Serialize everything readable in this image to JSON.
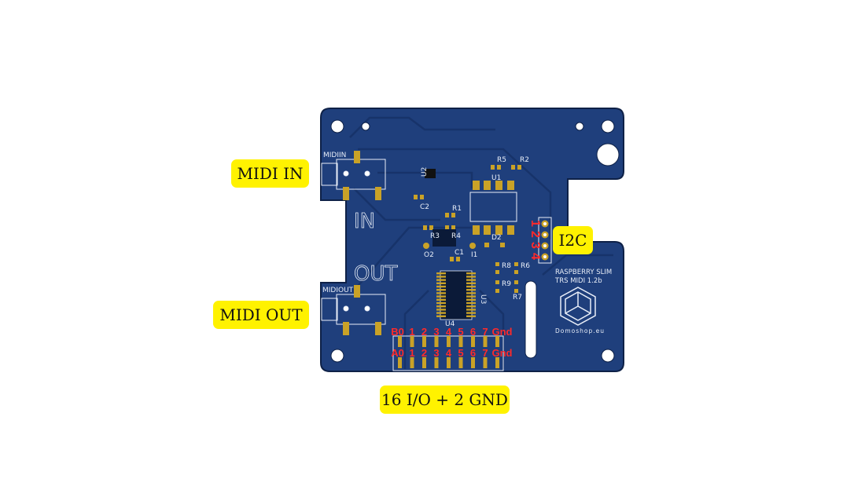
{
  "callouts": {
    "midi_in": "MIDI IN",
    "midi_out": "MIDI OUT",
    "i2c": "I2C",
    "io": "16 I/O + 2 GND"
  },
  "silkscreen": {
    "midiin": "MIDIIN",
    "midiout": "MIDIOUT",
    "in": "IN",
    "out": "OUT",
    "u1": "U1",
    "u2": "U2",
    "u3": "U3",
    "u4": "U4",
    "c1": "C1",
    "c2": "C2",
    "r1": "R1",
    "r2": "R2",
    "r3": "R3",
    "r4": "R4",
    "r5": "R5",
    "r6": "R6",
    "r7": "R7",
    "r8": "R8",
    "r9": "R9",
    "d2": "D2",
    "o2": "O2",
    "i1": "I1",
    "board_name_1": "RASPBERRY SLIM",
    "board_name_2": "TRS MIDI 1.2b",
    "brand": "Domoshop.eu"
  },
  "i2c_pins": [
    "1",
    "2",
    "3",
    "4"
  ],
  "port_b": [
    "B0",
    "1",
    "2",
    "3",
    "4",
    "5",
    "6",
    "7",
    "Gnd"
  ],
  "port_a": [
    "A0",
    "1",
    "2",
    "3",
    "4",
    "5",
    "6",
    "7",
    "Gnd"
  ],
  "colors": {
    "board": "#1f3f7c",
    "copper": "#c9a227",
    "silk": "#e8eef8",
    "callout": "#fff200",
    "label_red": "#ff2a2a"
  }
}
